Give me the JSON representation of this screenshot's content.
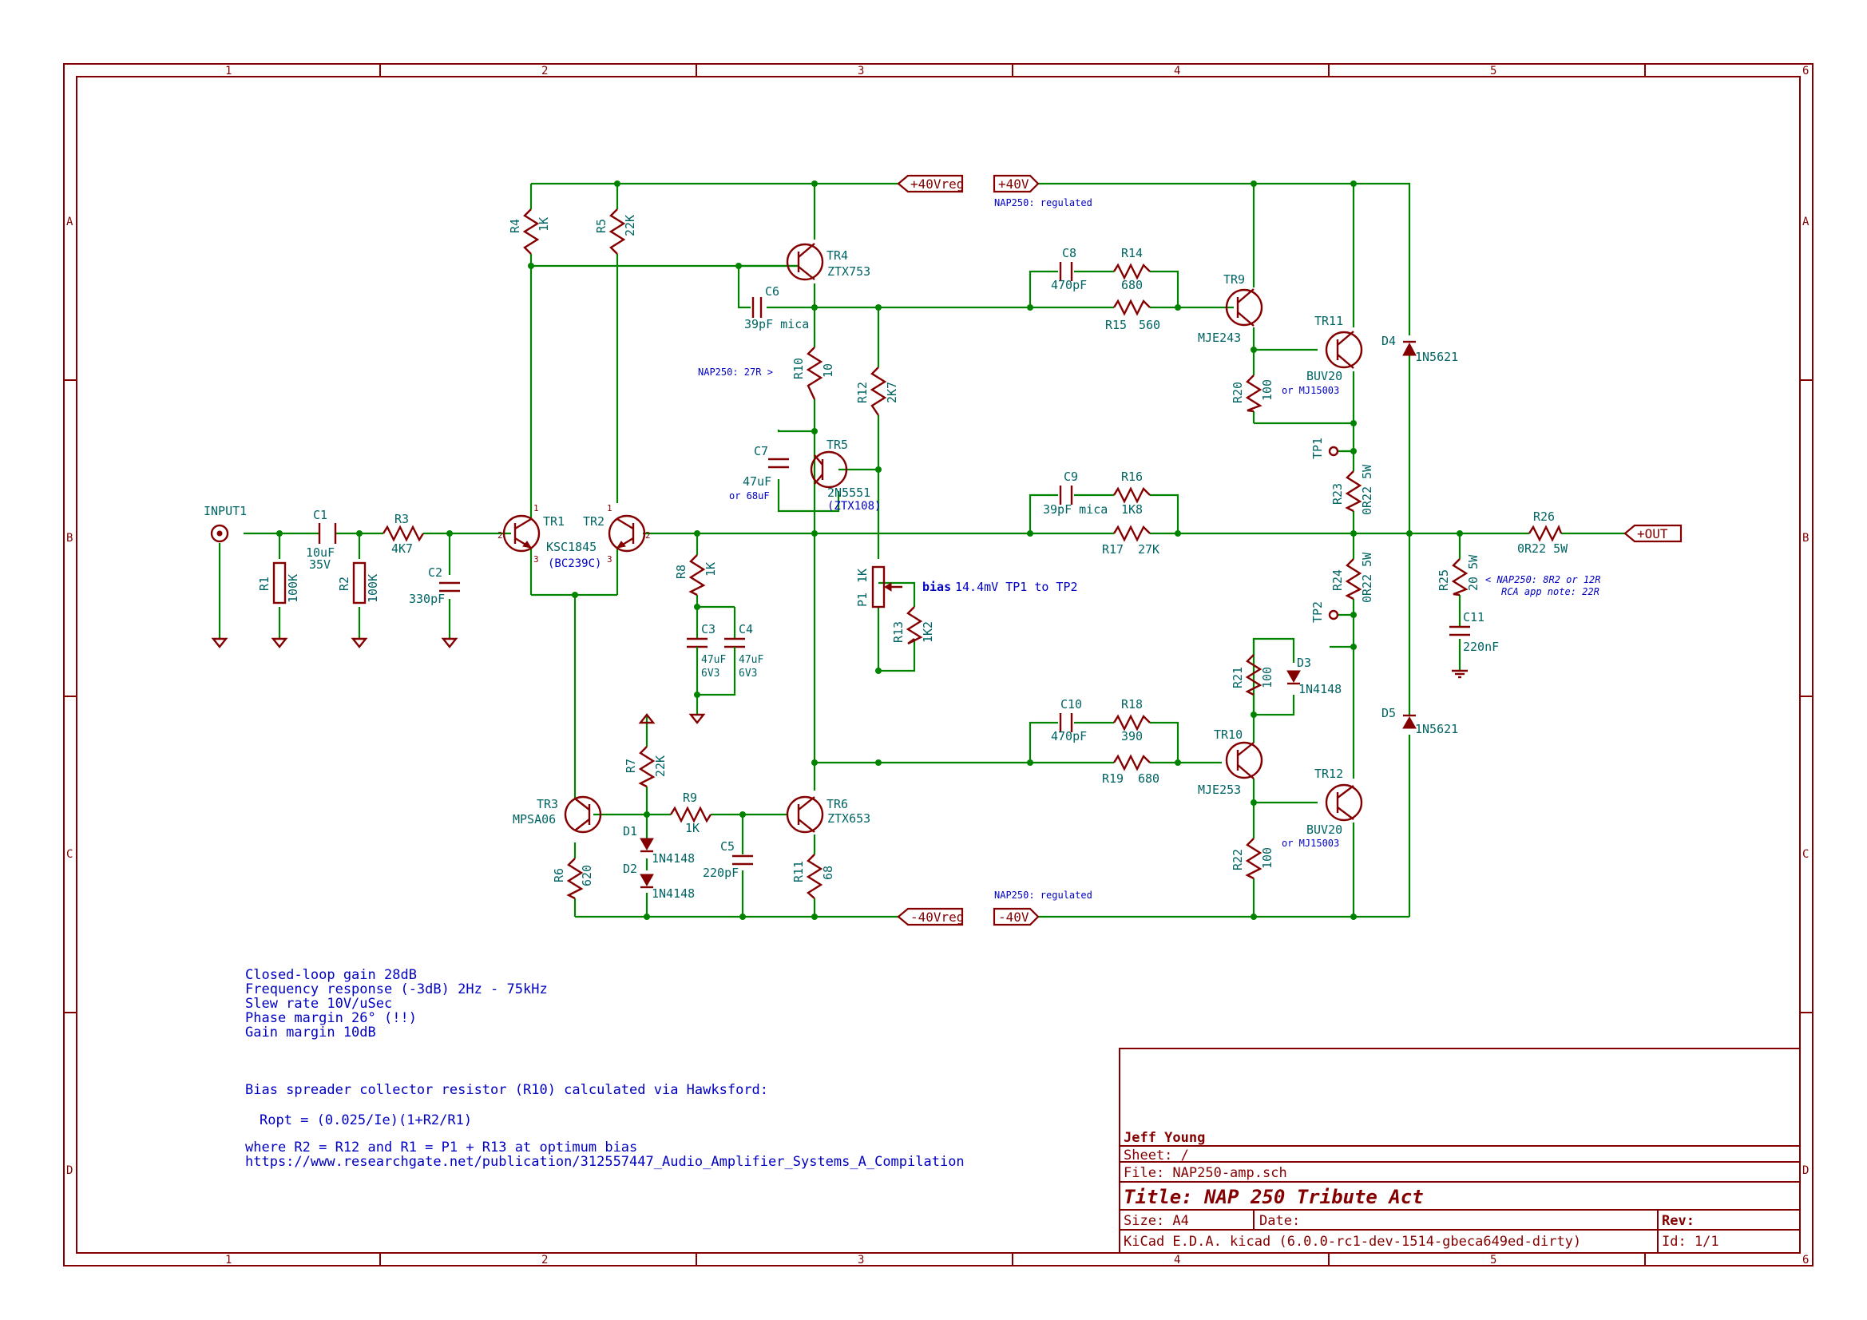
{
  "frame": {
    "col_labels": [
      "1",
      "2",
      "3",
      "4",
      "5",
      "6"
    ],
    "row_labels": [
      "A",
      "B",
      "C",
      "D"
    ]
  },
  "power": {
    "p40reg": "+40Vreg",
    "n40reg": "-40Vreg",
    "p40": "+40V",
    "n40": "-40V",
    "out": "+OUT"
  },
  "components": {
    "input1": "INPUT1",
    "r1": {
      "ref": "R1",
      "val": "100K"
    },
    "c1": {
      "ref": "C1",
      "val": "10uF",
      "val2": "35V"
    },
    "r2": {
      "ref": "R2",
      "val": "100K"
    },
    "r3": {
      "ref": "R3",
      "val": "4K7"
    },
    "c2": {
      "ref": "C2",
      "val": "330pF"
    },
    "r4": {
      "ref": "R4",
      "val": "1K"
    },
    "r5": {
      "ref": "R5",
      "val": "22K"
    },
    "tr1": {
      "ref": "TR1",
      "val": "KSC1845",
      "val2": "(BC239C)"
    },
    "tr2": {
      "ref": "TR2"
    },
    "tr3": {
      "ref": "TR3",
      "val": "MPSA06"
    },
    "r6": {
      "ref": "R6",
      "val": "620"
    },
    "r7": {
      "ref": "R7",
      "val": "22K"
    },
    "d1": {
      "ref": "D1",
      "val": "1N4148"
    },
    "d2": {
      "ref": "D2",
      "val": "1N4148"
    },
    "r9": {
      "ref": "R9",
      "val": "1K"
    },
    "c5": {
      "ref": "C5",
      "val": "220pF"
    },
    "tr4": {
      "ref": "TR4",
      "val": "ZTX753"
    },
    "c6": {
      "ref": "C6",
      "val": "39pF mica"
    },
    "r10": {
      "ref": "R10",
      "val": "10"
    },
    "r10_note": "NAP250: 27R >",
    "c7": {
      "ref": "C7",
      "val": "47uF",
      "val2": "or 68uF"
    },
    "tr5": {
      "ref": "TR5",
      "val": "2N5551",
      "val2": "(ZTX108)"
    },
    "r12": {
      "ref": "R12",
      "val": "2K7"
    },
    "p1": {
      "ref": "P1",
      "val": "1K"
    },
    "r13": {
      "ref": "R13",
      "val": "1K2"
    },
    "bias_bold": "bias",
    "bias_text": "14.4mV TP1 to TP2",
    "r8": {
      "ref": "R8",
      "val": "1K"
    },
    "c3": {
      "ref": "C3",
      "val": "47uF",
      "val2": "6V3"
    },
    "c4": {
      "ref": "C4",
      "val": "47uF",
      "val2": "6V3"
    },
    "tr6": {
      "ref": "TR6",
      "val": "ZTX653"
    },
    "r11": {
      "ref": "R11",
      "val": "68"
    },
    "c8": {
      "ref": "C8",
      "val": "470pF"
    },
    "r14": {
      "ref": "R14",
      "val": "680"
    },
    "r15": {
      "ref": "R15",
      "val": "560"
    },
    "tr9": {
      "ref": "TR9",
      "val": "MJE243"
    },
    "r20": {
      "ref": "R20",
      "val": "100"
    },
    "tr11": {
      "ref": "TR11",
      "val": "BUV20",
      "val2": "or MJ15003"
    },
    "c9": {
      "ref": "C9",
      "val": "39pF mica"
    },
    "r16": {
      "ref": "R16",
      "val": "1K8"
    },
    "r17": {
      "ref": "R17",
      "val": "27K"
    },
    "c10": {
      "ref": "C10",
      "val": "470pF"
    },
    "r18": {
      "ref": "R18",
      "val": "390"
    },
    "r19": {
      "ref": "R19",
      "val": "680"
    },
    "tr10": {
      "ref": "TR10",
      "val": "MJE253"
    },
    "r21": {
      "ref": "R21",
      "val": "100"
    },
    "d3": {
      "ref": "D3",
      "val": "1N4148"
    },
    "r22": {
      "ref": "R22",
      "val": "100"
    },
    "tr12": {
      "ref": "TR12",
      "val": "BUV20",
      "val2": "or MJ15003"
    },
    "tp1": "TP1",
    "tp2": "TP2",
    "r23": {
      "ref": "R23",
      "val": "0R22 5W"
    },
    "r24": {
      "ref": "R24",
      "val": "0R22 5W"
    },
    "d4": {
      "ref": "D4",
      "val": "1N5621"
    },
    "d5": {
      "ref": "D5",
      "val": "1N5621"
    },
    "r26": {
      "ref": "R26",
      "val": "0R22 5W"
    },
    "r25": {
      "ref": "R25",
      "val": "20 5W"
    },
    "r25_note1": "< NAP250: 8R2 or 12R",
    "r25_note2": "RCA app note: 22R",
    "c11": {
      "ref": "C11",
      "val": "220nF"
    },
    "nap_reg_top": "NAP250: regulated",
    "nap_reg_bot": "NAP250: regulated"
  },
  "notes": {
    "specs": [
      "Closed-loop gain 28dB",
      "Frequency response (-3dB) 2Hz - 75kHz",
      "Slew rate 10V/uSec",
      "Phase margin 26° (!!)",
      "Gain margin 10dB"
    ],
    "bias_title": "Bias spreader collector resistor (R10) calculated via Hawksford:",
    "formula": "Ropt = (0.025/Ie)(1+R2/R1)",
    "where": "where R2 = R12 and R1 = P1 + R13 at optimum bias",
    "url": "https://www.researchgate.net/publication/312557447_Audio_Amplifier_Systems_A_Compilation"
  },
  "title_block": {
    "company": "Jeff Young",
    "sheet": "Sheet: /",
    "file": "File: NAP250-amp.sch",
    "title": "Title: NAP 250 Tribute Act",
    "size": "Size: A4",
    "date": "Date:",
    "rev": "Rev:",
    "tool": "KiCad E.D.A.  kicad (6.0.0-rc1-dev-1514-gbeca649ed-dirty)",
    "id": "Id: 1/1"
  }
}
